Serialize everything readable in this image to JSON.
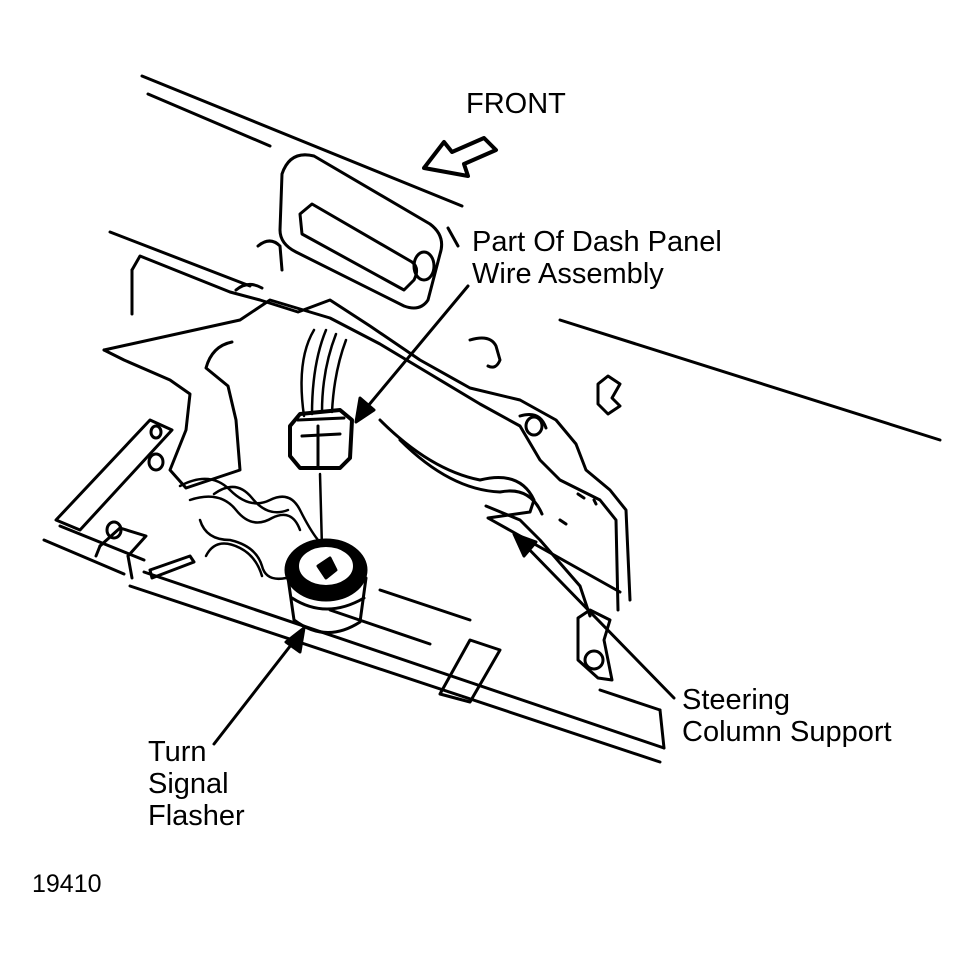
{
  "labels": {
    "front": "FRONT",
    "dash_wire_line1": "Part Of Dash Panel",
    "dash_wire_line2": "Wire Assembly",
    "steering_line1": "Steering",
    "steering_line2": "Column Support",
    "flasher_line1": "Turn",
    "flasher_line2": "Signal",
    "flasher_line3": "Flasher",
    "figure_number": "19410"
  },
  "colors": {
    "ink": "#000000",
    "paper": "#ffffff"
  }
}
